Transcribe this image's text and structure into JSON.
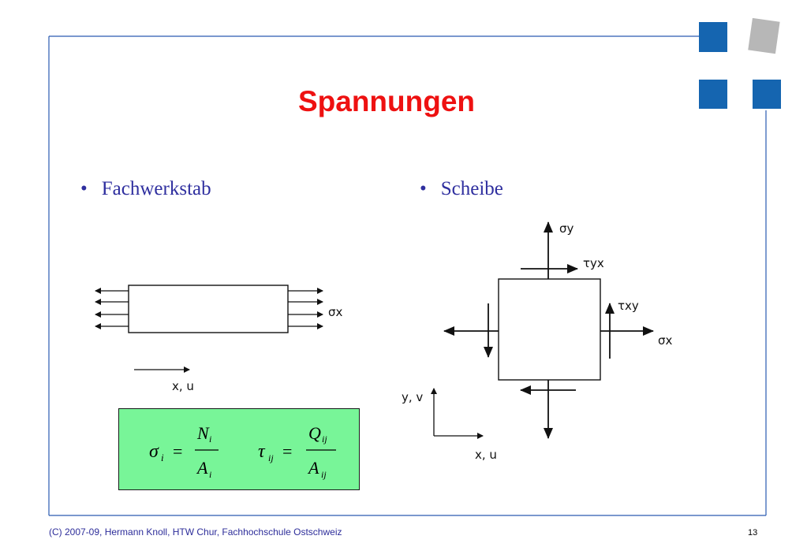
{
  "slide": {
    "title": "Spannungen",
    "page_number": "13",
    "footer": "(C) 2007-09, Hermann Knoll, HTW Chur, Fachhochschule Ostschweiz"
  },
  "bullets": {
    "dot": "•",
    "left": "Fachwerkstab",
    "right": "Scheibe"
  },
  "left_figure": {
    "stress_label": "σx",
    "axis_label": "x, u"
  },
  "right_figure": {
    "sigma_y": "σy",
    "tau_yx": "τyx",
    "tau_xy": "τxy",
    "sigma_x": "σx",
    "axis_y": "y, v",
    "axis_x": "x, u"
  },
  "formula": {
    "sigma": "σ",
    "sigma_sub": "i",
    "eq": "=",
    "n_num": "N",
    "n_sub": "i",
    "a_den": "A",
    "a_sub": "i",
    "tau": "τ",
    "tau_sub": "ij",
    "q_num": "Q",
    "q_sub": "ij",
    "a2_den": "A",
    "a2_sub": "ij",
    "background": "#78f598"
  },
  "colors": {
    "title": "#ee1111",
    "frame": "#2a5bb0",
    "deco_blue": "#1565b0",
    "deco_gray": "#b7b7b7"
  }
}
